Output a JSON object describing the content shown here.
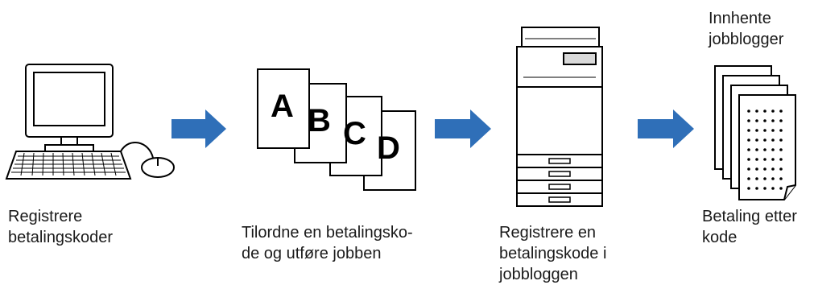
{
  "steps": [
    {
      "caption": "Registrere\nbetalingskoder"
    },
    {
      "caption": "Tilordne en betalingsko-\nde og utføre jobben"
    },
    {
      "caption": "Registrere en\nbetalingskode i\njobbloggen"
    },
    {
      "caption": "Betaling etter\nkode"
    }
  ],
  "job_log_title": "Innhente\njobblogger",
  "document_letters": [
    "A",
    "B",
    "C",
    "D"
  ],
  "colors": {
    "arrow": "#2f6fb8",
    "outline": "#000000",
    "printer_gray": "#d9d9d9"
  }
}
